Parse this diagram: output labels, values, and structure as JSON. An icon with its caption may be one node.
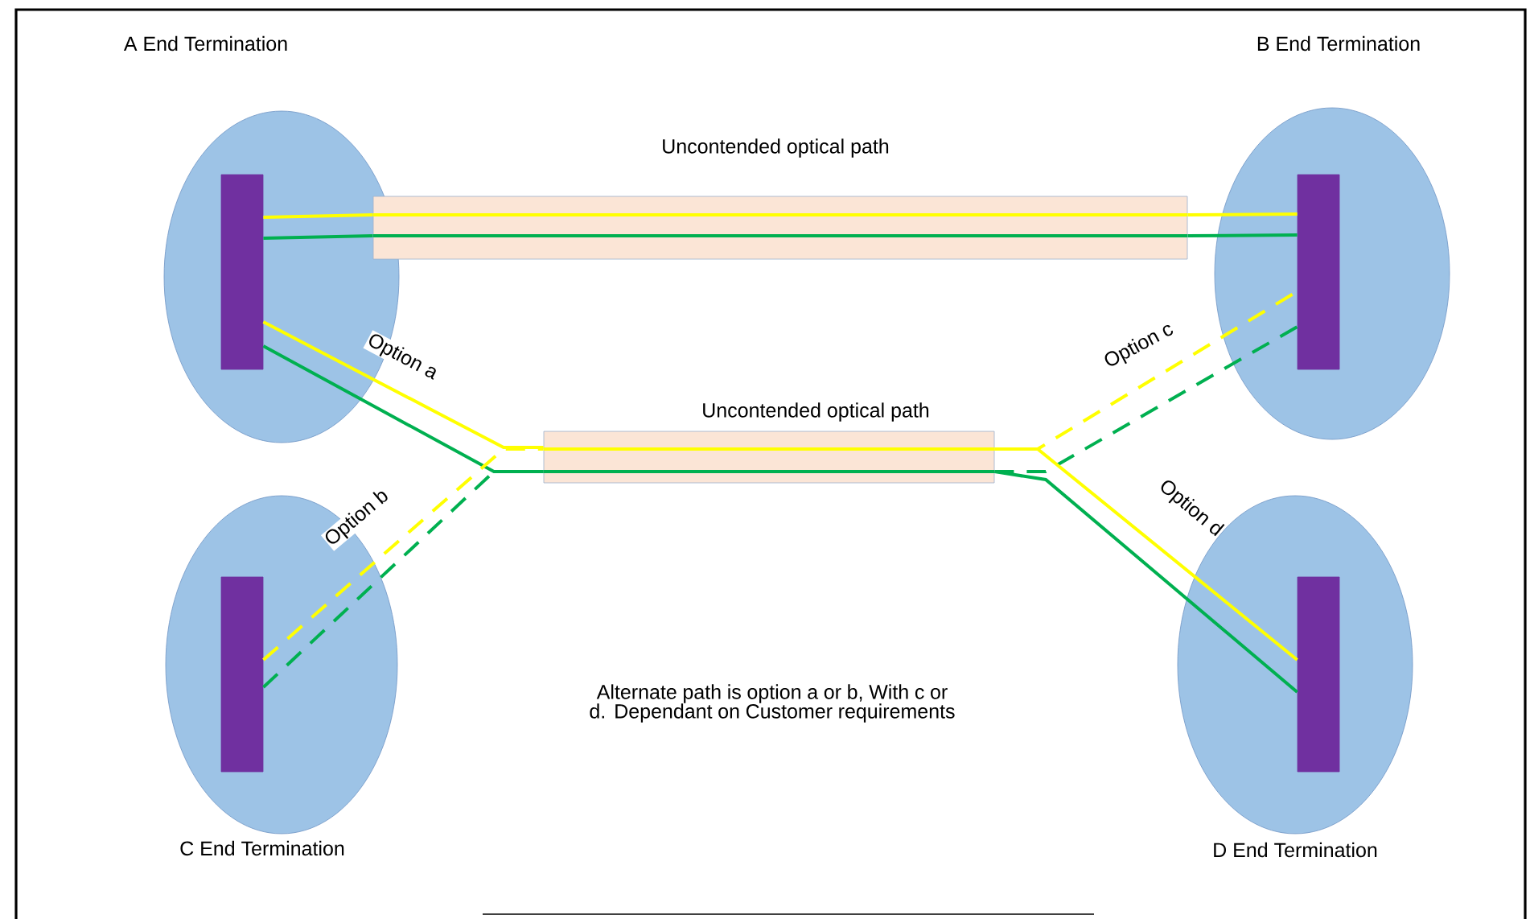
{
  "diagram": {
    "nodes": [
      {
        "text": [
          "A End Termination"
        ]
      },
      {
        "text": [],
        "shape": "bar",
        "in": 0
      },
      {
        "text": [
          "B End Termination"
        ]
      },
      {
        "text": [],
        "shape": "bar",
        "in": 2
      },
      {
        "text": [
          "C End Termination"
        ]
      },
      {
        "text": [],
        "shape": "bar",
        "in": 4
      },
      {
        "text": [
          "D End Termination"
        ]
      },
      {
        "text": [],
        "shape": "bar",
        "in": 6
      },
      {
        "text": [
          "Uncontended optical path"
        ]
      },
      {
        "text": [
          "Uncontended optical path"
        ]
      }
    ],
    "edges": [
      {
        "from": 1,
        "to": 8,
        "arrow": "none",
        "color": "#ffff00"
      },
      {
        "from": 1,
        "to": 8,
        "arrow": "none",
        "color": "#00b050"
      },
      {
        "from": 8,
        "to": 3,
        "arrow": "none",
        "color": "#ffff00"
      },
      {
        "from": 8,
        "to": 3,
        "arrow": "none",
        "color": "#00b050"
      },
      {
        "from": 1,
        "to": 9,
        "arrow": "none",
        "color": "#ffff00",
        "label": "Option a"
      },
      {
        "from": 1,
        "to": 9,
        "arrow": "none",
        "color": "#00b050"
      },
      {
        "from": 5,
        "to": 9,
        "arrow": "none",
        "color": "#ffff00",
        "style": "dashed",
        "label": "Option b"
      },
      {
        "from": 5,
        "to": 9,
        "arrow": "none",
        "color": "#00b050",
        "style": "dashed"
      },
      {
        "from": 9,
        "to": 3,
        "arrow": "none",
        "color": "#ffff00",
        "style": "dashed",
        "label": "Option c"
      },
      {
        "from": 9,
        "to": 3,
        "arrow": "none",
        "color": "#00b050",
        "style": "dashed"
      },
      {
        "from": 9,
        "to": 7,
        "arrow": "none",
        "color": "#ffff00",
        "label": "Option d"
      },
      {
        "from": 9,
        "to": 7,
        "arrow": "none",
        "color": "#00b050"
      }
    ],
    "labels": [
      "Alternate path is option a or b, With c or d. Dependant on Customer requirements"
    ]
  }
}
